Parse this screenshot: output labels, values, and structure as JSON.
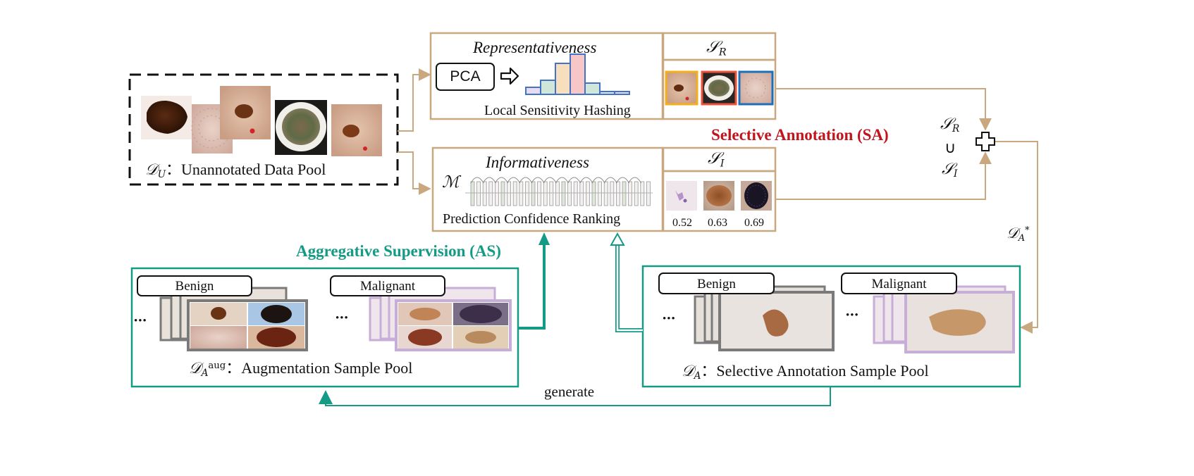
{
  "colors": {
    "tan": "#c9a77f",
    "teal": "#159a85",
    "red": "#c0151c",
    "dark": "#111111",
    "lavender": "#c7aed8",
    "gray_frame": "#7a7a7a",
    "hist_blue": "#4472c4",
    "hist_fills": [
      "#e6dcf2",
      "#cfe6d8",
      "#f7dfbe",
      "#f6c7c6",
      "#cfe6d8",
      "#dde9f7",
      "#e6dcf2"
    ]
  },
  "unannotated_pool": {
    "label_math_base": "𝒟",
    "label_math_sub": "U",
    "label_text": "：Unannotated Data Pool"
  },
  "representativeness": {
    "title": "Representativeness",
    "pca_button": "PCA",
    "arrow_icon": "hollow-right-arrow",
    "caption": "Local Sensitivity Hashing",
    "set_label_base": "𝒮",
    "set_label_sub": "R"
  },
  "informativeness": {
    "title": "Informativeness",
    "model_symbol": "ℳ",
    "caption": "Prediction Confidence Ranking",
    "set_label_base": "𝒮",
    "set_label_sub": "I",
    "scores": [
      "0.52",
      "0.63",
      "0.69"
    ]
  },
  "selective_annotation": {
    "title": "Selective Annotation (SA)",
    "union_top_base": "𝒮",
    "union_top_sub": "R",
    "union_symbol": "∪",
    "union_bottom_base": "𝒮",
    "union_bottom_sub": "I",
    "dataset_arrow_base": "𝒟",
    "dataset_arrow_sub": "A",
    "dataset_arrow_sup": "*"
  },
  "aggregative_supervision": {
    "title": "Aggregative Supervision (AS)"
  },
  "augmentation_pool": {
    "benign_label": "Benign",
    "malignant_label": "Malignant",
    "ellipsis_left": "•••",
    "ellipsis_right": "•••",
    "label_math_base": "𝒟",
    "label_math_sub": "A",
    "label_math_sup": "aug",
    "label_text": "：Augmentation Sample Pool"
  },
  "selective_pool": {
    "benign_label": "Benign",
    "malignant_label": "Malignant",
    "ellipsis_left": "•••",
    "ellipsis_right": "•••",
    "label_math_base": "𝒟",
    "label_math_sub": "A",
    "label_text": "：Selective Annotation Sample Pool"
  },
  "generate_label": "generate"
}
